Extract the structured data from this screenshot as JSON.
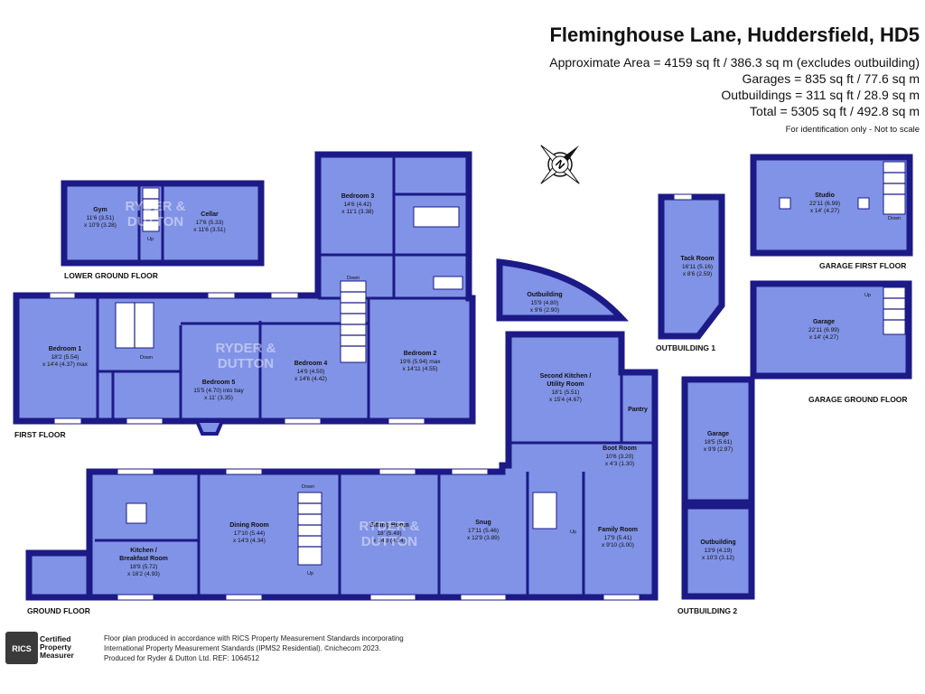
{
  "header": {
    "title": "Fleminghouse Lane, Huddersfield, HD5",
    "areas": [
      "Approximate Area = 4159 sq ft / 386.3 sq m (excludes outbuilding)",
      "Garages = 835 sq ft / 77.6 sq m",
      "Outbuildings = 311 sq ft / 28.9 sq m",
      "Total = 5305 sq ft / 492.8 sq m"
    ],
    "note": "For identification only - Not to scale"
  },
  "compass": {
    "label": "N"
  },
  "watermark": {
    "line1": "RYDER &",
    "line2": "DUTTON"
  },
  "floors": {
    "lower_ground": "LOWER GROUND FLOOR",
    "first": "FIRST FLOOR",
    "ground": "GROUND FLOOR",
    "outbuilding1": "OUTBUILDING 1",
    "outbuilding2": "OUTBUILDING 2",
    "garage_first": "GARAGE FIRST FLOOR",
    "garage_ground": "GARAGE GROUND FLOOR"
  },
  "rooms": {
    "gym": {
      "name": "Gym",
      "d1": "11'6 (3.51)",
      "d2": "x 10'9 (3.28)"
    },
    "cellar": {
      "name": "Cellar",
      "d1": "17'6 (5.33)",
      "d2": "x 11'6 (3.51)"
    },
    "bedroom3": {
      "name": "Bedroom 3",
      "d1": "14'6 (4.42)",
      "d2": "x 11'1 (3.38)"
    },
    "bedroom1": {
      "name": "Bedroom 1",
      "d1": "18'2 (5.54)",
      "d2": "x 14'4 (4.37) max"
    },
    "bedroom5": {
      "name": "Bedroom 5",
      "d1": "15'5 (4.70) into bay",
      "d2": "x 11' (3.35)"
    },
    "bedroom4": {
      "name": "Bedroom 4",
      "d1": "14'9 (4.50)",
      "d2": "x 14'6 (4.42)"
    },
    "bedroom2": {
      "name": "Bedroom 2",
      "d1": "19'6 (5.94) max",
      "d2": "x 14'11 (4.55)"
    },
    "outbuilding": {
      "name": "Outbuilding",
      "d1": "15'9 (4.80)",
      "d2": "x 9'6 (2.90)"
    },
    "tack_room": {
      "name": "Tack Room",
      "d1": "16'11 (5.16)",
      "d2": "x 8'6 (2.59)"
    },
    "studio": {
      "name": "Studio",
      "d1": "22'11 (6.99)",
      "d2": "x 14' (4.27)"
    },
    "garage_big": {
      "name": "Garage",
      "d1": "22'11 (6.99)",
      "d2": "x 14' (4.27)"
    },
    "second_kitchen": {
      "name": "Second Kitchen /",
      "name2": "Utility Room",
      "d1": "18'1 (5.51)",
      "d2": "x 15'4 (4.67)"
    },
    "pantry": {
      "name": "Pantry"
    },
    "boot_room": {
      "name": "Boot Room",
      "d1": "10'6 (3.20)",
      "d2": "x 4'3 (1.30)"
    },
    "garage_small": {
      "name": "Garage",
      "d1": "18'5 (5.61)",
      "d2": "x 9'9 (2.97)"
    },
    "outbuilding2": {
      "name": "Outbuilding",
      "d1": "13'9 (4.19)",
      "d2": "x 10'3 (3.12)"
    },
    "kitchen": {
      "name": "Kitchen /",
      "name2": "Breakfast Room",
      "d1": "18'9 (5.72)",
      "d2": "x 16'2 (4.93)"
    },
    "dining": {
      "name": "Dining Room",
      "d1": "17'10 (5.44)",
      "d2": "x 14'3 (4.34)"
    },
    "sitting": {
      "name": "Sitting Room",
      "d1": "18' (5.49)",
      "d2": "x 14'3 (4.34)"
    },
    "snug": {
      "name": "Snug",
      "d1": "17'11 (5.46)",
      "d2": "x 12'9 (3.89)"
    },
    "family": {
      "name": "Family Room",
      "d1": "17'9 (5.41)",
      "d2": "x 9'10 (3.00)"
    }
  },
  "stair_labels": {
    "up": "Up",
    "down": "Down"
  },
  "footer": {
    "line1": "Floor plan produced in accordance with RICS Property Measurement Standards incorporating",
    "line2": "International Property Measurement Standards (IPMS2 Residential).  ©nichecom 2023.",
    "line3": "Produced for Ryder & Dutton Ltd.   REF: 1064512"
  },
  "badge": {
    "l1": "Certified",
    "l2": "Property",
    "l3": "Measurer",
    "logo": "RICS"
  }
}
